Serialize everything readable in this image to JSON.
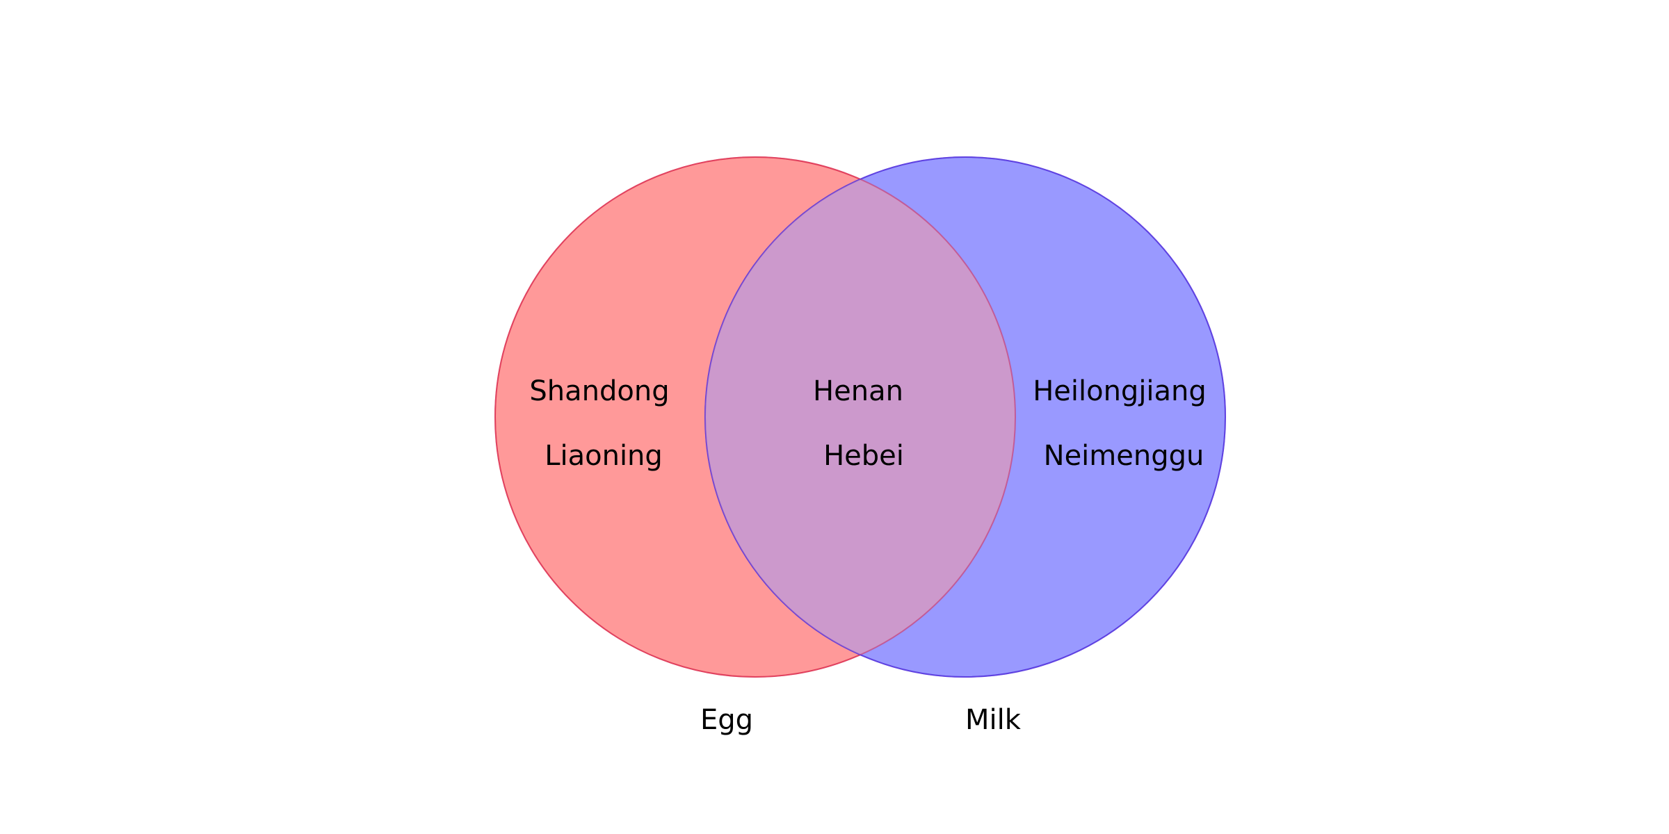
{
  "diagram": {
    "type": "venn",
    "sets": [
      {
        "name": "Egg",
        "color": "#ff3333",
        "only": [
          "Shandong",
          "Liaoning"
        ]
      },
      {
        "name": "Milk",
        "color": "#3333ff",
        "only": [
          "Heilongjiang",
          "Neimenggu"
        ]
      }
    ],
    "intersection": [
      "Henan",
      "Hebei"
    ],
    "colors": {
      "left_fill": "#ff9999",
      "right_fill": "#9999ff",
      "overlap_fill": "#cc99cc",
      "left_edge": "#ff3333",
      "right_edge": "#3333ff"
    }
  }
}
